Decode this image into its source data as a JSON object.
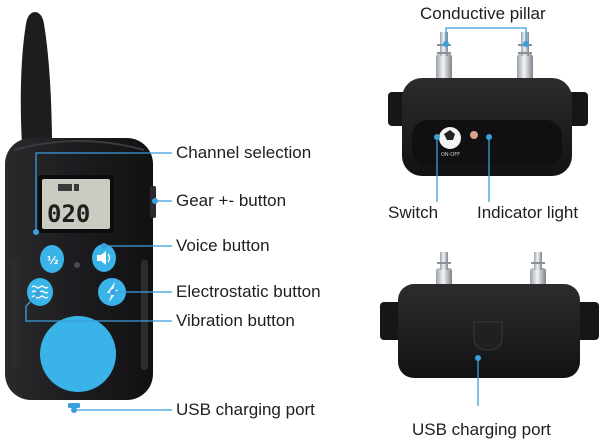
{
  "remote": {
    "display_value": "020",
    "labels": {
      "channel_selection": "Channel selection",
      "gear_button": "Gear +- button",
      "voice_button": "Voice button",
      "electrostatic_button": "Electrostatic button",
      "vibration_button": "Vibration button",
      "usb_port": "USB charging port"
    }
  },
  "receiver_top": {
    "labels": {
      "conductive_pillar": "Conductive pillar",
      "switch": "Switch",
      "indicator_light": "Indicator light"
    },
    "switch_text": "ON·OFF"
  },
  "receiver_bottom": {
    "labels": {
      "usb_port": "USB charging port"
    }
  },
  "colors": {
    "accent_blue": "#3ab4e8",
    "leader_line": "#3a9fdc",
    "device_body": "#1b1b1d",
    "lcd_background": "#c9ccc1",
    "indicator_led": "#d9a08e"
  },
  "icons": {
    "channel_button": "channel-half-icon",
    "voice_button": "speaker-icon",
    "vibration_button": "vibration-waves-icon",
    "electrostatic_button": "lightning-bolt-icon"
  }
}
